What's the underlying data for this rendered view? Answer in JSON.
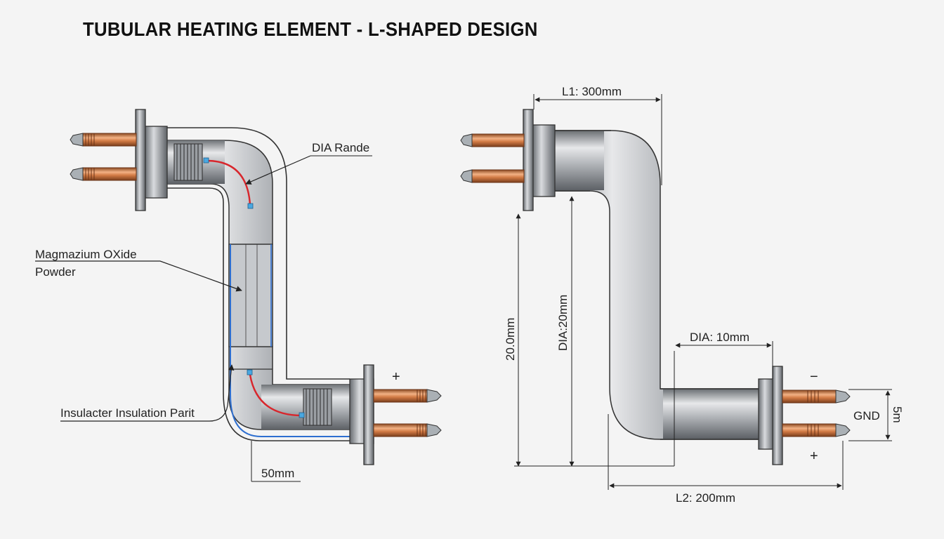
{
  "title": "TUBULAR HEATING ELEMENT - L-SHAPED DESIGN",
  "colors": {
    "tube_steel": "#a9acb1",
    "copper": "#d27b45",
    "heating_coil": "#d8262c",
    "insulation": "#2e6fd0",
    "line": "#222222"
  },
  "cutaway_view": {
    "labels": {
      "coil": "DIA Rande",
      "powder_line1": "Magmazium OXide",
      "powder_line2": "Powder",
      "insulation": "Insulacter Insulation Parit",
      "offset": "50mm",
      "plus": "+"
    }
  },
  "dimension_view": {
    "labels": {
      "l1": "L1: 300mm",
      "l2": "L2: 200mm",
      "height": "20.0mm",
      "dia_vertical": "DIA:20mm",
      "dia_small": "DIA: 10mm",
      "gnd": "GND",
      "pin_gap": "5m",
      "minus": "−",
      "plus": "+"
    }
  }
}
